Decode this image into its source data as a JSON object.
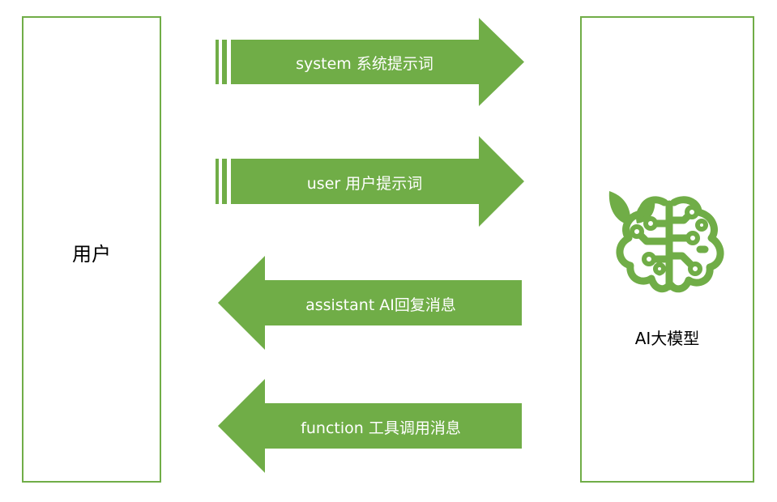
{
  "colors": {
    "accent": "#70ad47",
    "text_on_accent": "#ffffff",
    "text": "#000000"
  },
  "user_box": {
    "label": "用户"
  },
  "model_box": {
    "label": "AI大模型",
    "icon": "brain-icon"
  },
  "arrows": [
    {
      "id": "system",
      "direction": "right",
      "label": "system 系统提示词"
    },
    {
      "id": "user",
      "direction": "right",
      "label": "user 用户提示词"
    },
    {
      "id": "assistant",
      "direction": "left",
      "label": "assistant AI回复消息"
    },
    {
      "id": "function",
      "direction": "left",
      "label": "function 工具调用消息"
    }
  ]
}
